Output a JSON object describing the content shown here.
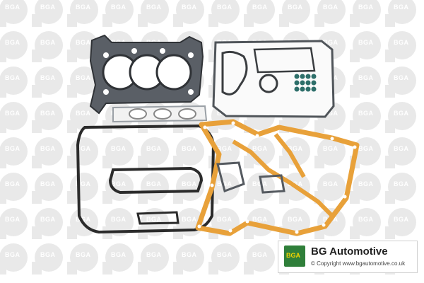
{
  "watermark": {
    "text": "BGA",
    "color": "#e9e9e9"
  },
  "photo": {
    "subject_parts": [
      "cylinder-head-gasket",
      "exhaust-manifold-gasket",
      "oil-sump-gasket",
      "valve-stem-seals",
      "rocker-cover-gasket",
      "timing-cover-gasket"
    ],
    "colors": {
      "steel": "#555a60",
      "rubber": "#2b2b2b",
      "cork": "#e8a13a",
      "seal_green": "#2e6f6a"
    }
  },
  "brand": {
    "logo_text": "BGA",
    "name": "BG Automotive",
    "copyright": "© Copyright www.bgautomotive.co.uk",
    "colors": {
      "logo_bg": "#2f7f3a",
      "logo_text": "#f4d400"
    }
  }
}
